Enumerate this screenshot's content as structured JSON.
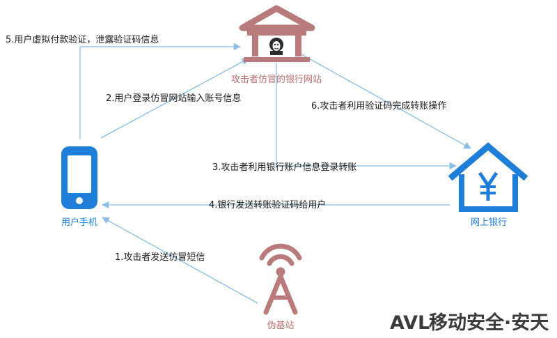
{
  "nodes": {
    "phone": "用户手机",
    "bank": "网上银行",
    "fake_site": "攻击者仿冒的银行网站",
    "fake_station": "伪基站"
  },
  "steps": {
    "s1": "1.攻击者发送仿冒短信",
    "s2": "2.用户登录仿冒网站输入账号信息",
    "s3": "3.攻击者利用银行账户信息登录转账",
    "s4": "4.银行发送转账验证码给用户",
    "s5": "5.用户虚拟付款验证，泄露验证码信息",
    "s6": "6.攻击者利用验证码完成转账操作"
  },
  "watermark": {
    "brand": "AVL",
    "text": "移动安全·安天"
  },
  "colors": {
    "blue": "#1f7fd8",
    "red": "#b87a7a",
    "edge": "#8cbde3"
  }
}
